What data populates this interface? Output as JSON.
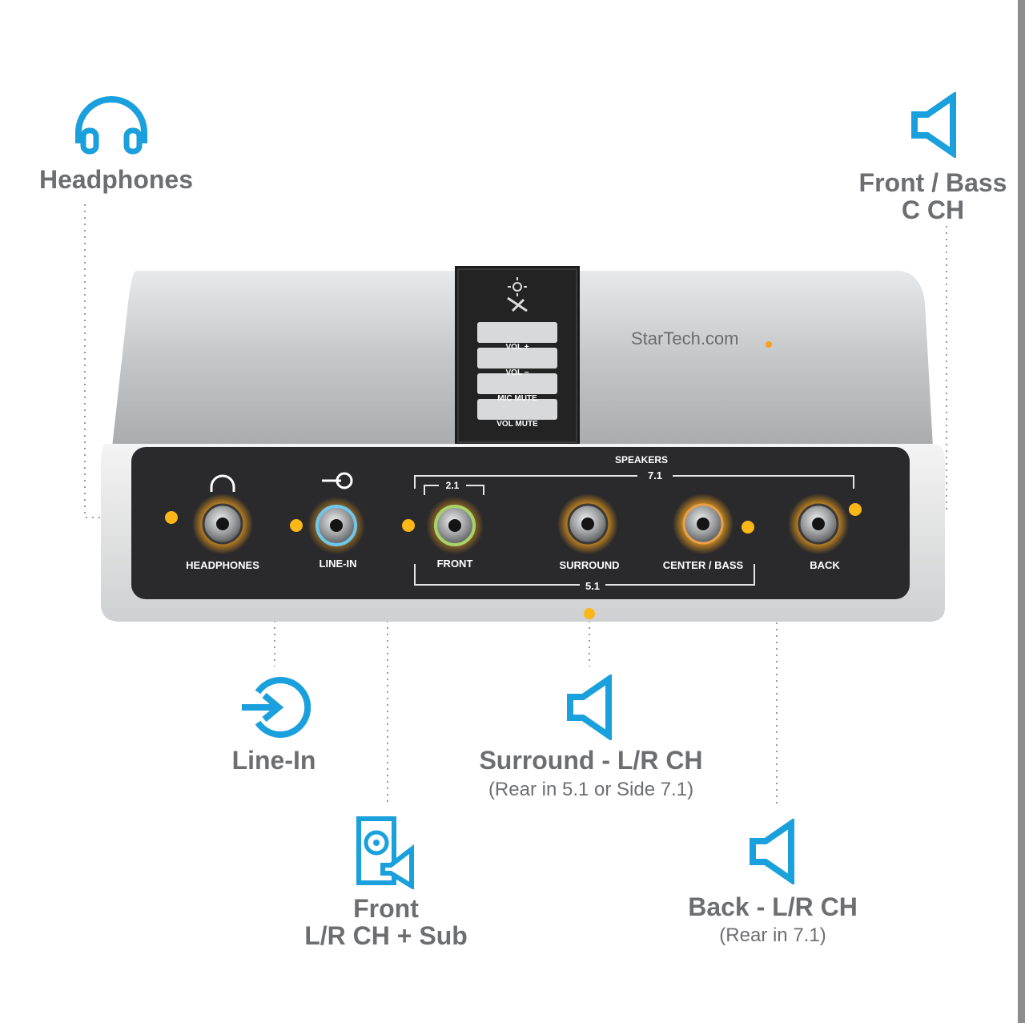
{
  "callouts": {
    "headphones": {
      "label": "Headphones",
      "icon": "headphones-icon"
    },
    "front_bass": {
      "line1": "Front / Bass",
      "line2": "C CH",
      "icon": "speaker-icon"
    },
    "line_in": {
      "label": "Line-In",
      "icon": "line-in-icon"
    },
    "surround": {
      "label": "Surround - L/R CH",
      "note": "(Rear in 5.1 or Side 7.1)",
      "icon": "speaker-icon"
    },
    "front": {
      "line1": "Front",
      "line2": "L/R CH + Sub",
      "icon": "speaker-sub-icon"
    },
    "back": {
      "label": "Back - L/R CH",
      "note": "(Rear in 7.1)",
      "icon": "speaker-icon"
    }
  },
  "device": {
    "brand": "StarTech.com",
    "buttons": [
      "VOL +",
      "VOL −",
      "MIC MUTE",
      "VOL MUTE"
    ],
    "ports": [
      "HEADPHONES",
      "LINE-IN",
      "FRONT",
      "SURROUND",
      "CENTER / BASS",
      "BACK"
    ],
    "group_speakers": "SPEAKERS",
    "group_71": "7.1",
    "group_21": "2.1",
    "group_51": "5.1"
  },
  "colors": {
    "accent_blue": "#1aa0dc",
    "label_gray": "#6d6e71",
    "port_glow": "#f7a21b"
  }
}
